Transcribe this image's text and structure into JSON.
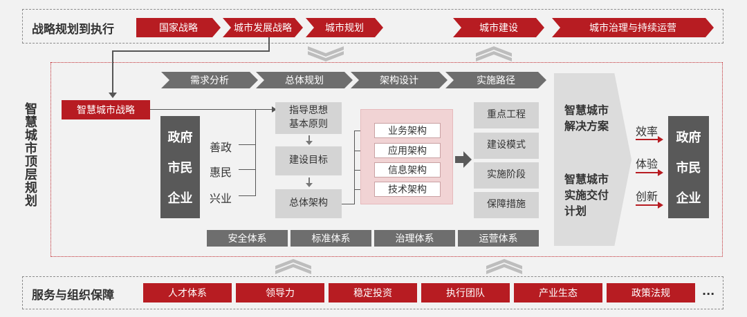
{
  "top": {
    "title": "战略规划到执行",
    "chevrons_left": [
      "国家战略",
      "城市发展战略",
      "城市规划"
    ],
    "chevrons_right": [
      "城市建设",
      "城市治理与持续运营"
    ]
  },
  "side_title": "智慧城市顶层规划",
  "phases": [
    "需求分析",
    "总体规划",
    "架构设计",
    "实施路径"
  ],
  "strategy_box": "智慧城市战略",
  "stakeholders_left": [
    "政府",
    "市民",
    "企业"
  ],
  "goals": [
    "善政",
    "惠民",
    "兴业"
  ],
  "planning": [
    "指导思想\n基本原则",
    "建设目标",
    "总体架构"
  ],
  "architectures": [
    "业务架构",
    "应用架构",
    "信息架构",
    "技术架构"
  ],
  "paths": [
    "重点工程",
    "建设模式",
    "实施阶段",
    "保障措施"
  ],
  "solution": {
    "line1": "智慧城市\n解决方案",
    "line2": "智慧城市\n实施交付\n计划"
  },
  "outcomes": [
    "效率",
    "体验",
    "创新"
  ],
  "stakeholders_right": [
    "政府",
    "市民",
    "企业"
  ],
  "systems": [
    "安全体系",
    "标准体系",
    "治理体系",
    "运营体系"
  ],
  "bottom": {
    "title": "服务与组织保障",
    "items": [
      "人才体系",
      "领导力",
      "稳定投资",
      "执行团队",
      "产业生态",
      "政策法规"
    ],
    "more": "..."
  }
}
